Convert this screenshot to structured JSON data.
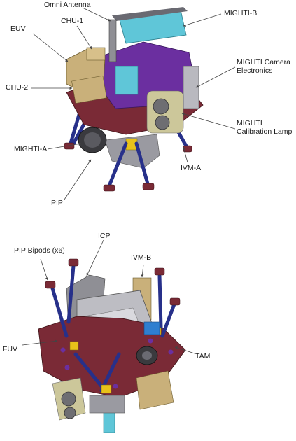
{
  "figure": {
    "top_assembly": {
      "callouts": {
        "omni_antenna": "Omni Antenna",
        "mighti_b": "MIGHTI-B",
        "euv": "EUV",
        "chu_1": "CHU-1",
        "chu_2": "CHU-2",
        "mighti_camera_electronics_line1": "MIGHTI Camera",
        "mighti_camera_electronics_line2": "Electronics",
        "mighti_calibration_lamp_line1": "MIGHTI",
        "mighti_calibration_lamp_line2": "Calibration Lamp",
        "mighti_a": "MIGHTI-A",
        "ivm_a": "IVM-A",
        "pip": "PIP"
      }
    },
    "bottom_assembly": {
      "callouts": {
        "pip_bipods": "PIP Bipods (x6)",
        "icp": "ICP",
        "ivm_b": "IVM-B",
        "fuv": "FUV",
        "tam": "TAM"
      }
    }
  },
  "colors": {
    "deck_maroon": "#7a2a36",
    "strut_navy": "#27308a",
    "payload_purple": "#6b2fa0",
    "optics_tan": "#c9b07a",
    "radiator_cyan": "#5fc6d8",
    "panel_gray": "#8f8f95",
    "accent_yellow": "#e8c21a",
    "accent_blue": "#2f7fd0",
    "leader_line": "#444444"
  }
}
